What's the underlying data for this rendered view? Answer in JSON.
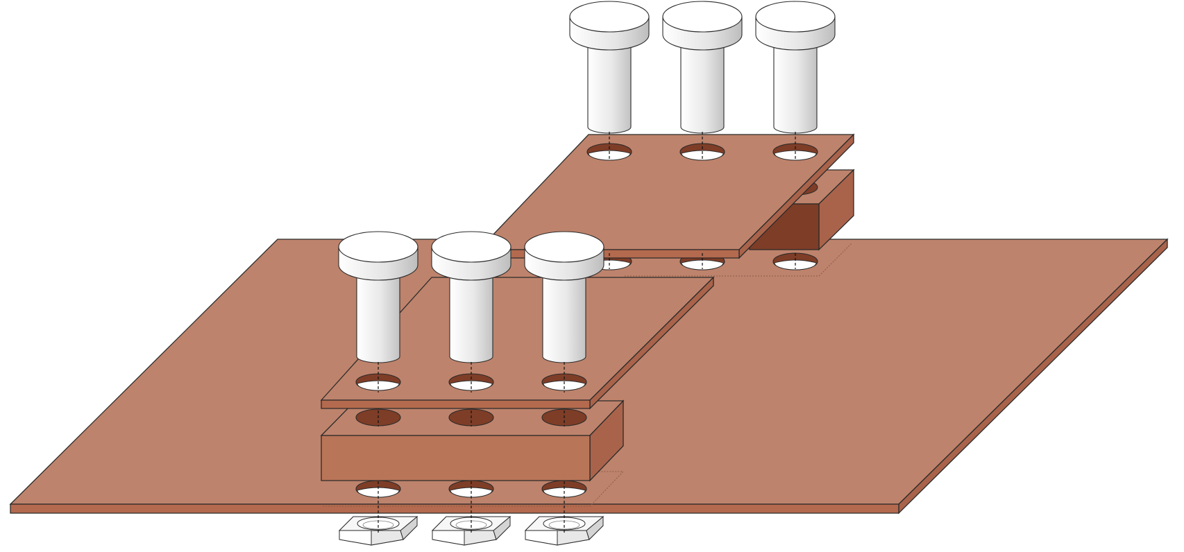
{
  "scene": {
    "kind": "exploded-assembly",
    "components": [
      {
        "name": "base-plate",
        "count": 1
      },
      {
        "name": "upper-plate",
        "count": 1
      },
      {
        "name": "upper-spacer-block",
        "count": 1
      },
      {
        "name": "lower-plate",
        "count": 1
      },
      {
        "name": "lower-spacer-block",
        "count": 1
      },
      {
        "name": "bolt",
        "count": 6
      },
      {
        "name": "hex-nut",
        "count": 3
      }
    ]
  },
  "colors": {
    "copper_top": "#be836c",
    "copper_front": "#b97558",
    "copper_side": "#a9634a",
    "copper_dark": "#7e3d27",
    "bolt_light": "#fafafa",
    "bolt_shade": "#c6c6c6",
    "outline": "#2a2a2a",
    "background": "#ffffff"
  }
}
